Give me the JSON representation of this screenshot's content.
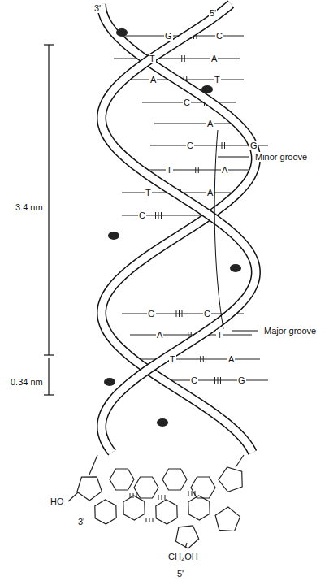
{
  "diagram": {
    "labels": [
      "3'",
      "5'",
      "G",
      "C",
      "T",
      "A",
      "A",
      "T",
      "C",
      "A",
      "C",
      "G",
      "T",
      "A",
      "T",
      "A",
      "C",
      "G",
      "C",
      "A",
      "T",
      "T",
      "A",
      "C",
      "G",
      "Minor groove",
      "3.4 nm",
      "Major groove",
      "0.34 nm",
      "HO",
      "3'",
      "CH₂OH",
      "5'"
    ]
  }
}
